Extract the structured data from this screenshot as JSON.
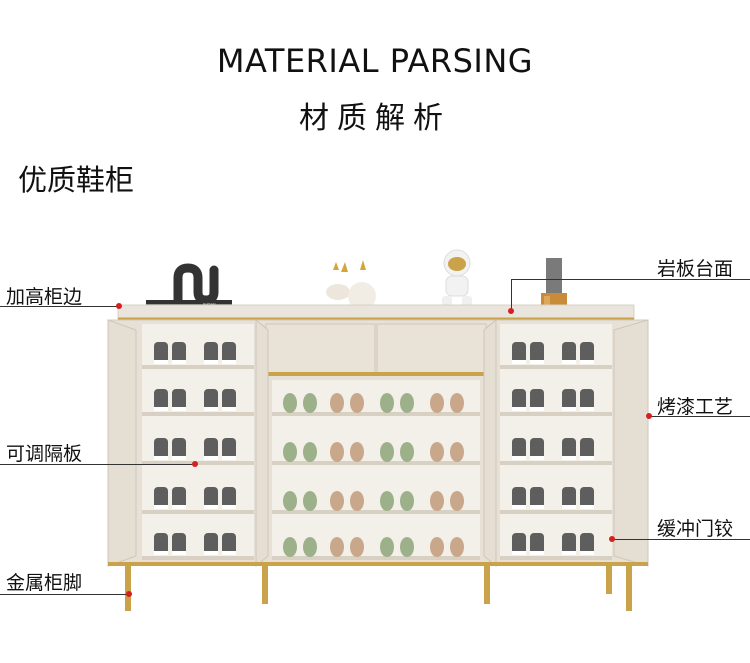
{
  "header": {
    "title_en": "MATERIAL PARSING",
    "title_zh": "材质解析"
  },
  "product": {
    "name": "优质鞋柜"
  },
  "callouts": {
    "edge": "加高柜边",
    "slab": "岩板台面",
    "paint": "烤漆工艺",
    "shelf": "可调隔板",
    "hinge": "缓冲门铰",
    "leg": "金属柜脚"
  },
  "decor": {
    "book_text": "NOW"
  },
  "colors": {
    "accent_dot": "#d42020",
    "cabinet": "#e8e2d8",
    "gold": "#c9a24a",
    "shoe_green": "#9cb08a",
    "shoe_tan": "#c9a78a"
  }
}
